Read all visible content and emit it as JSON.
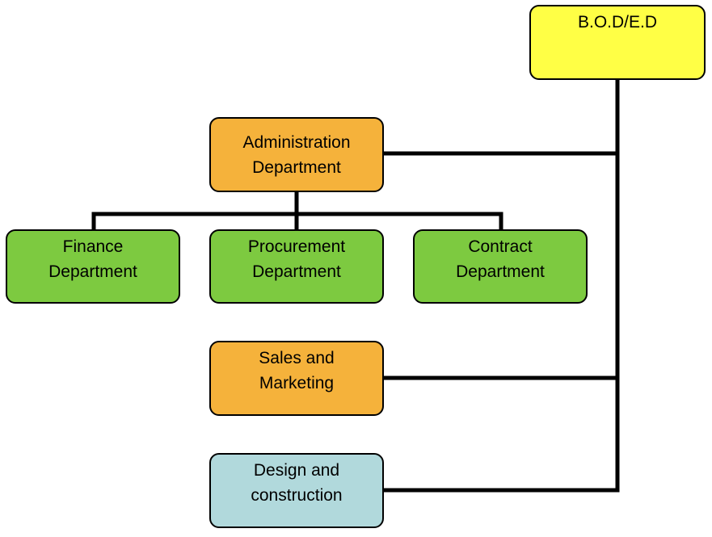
{
  "colors": {
    "executive": "#ffff45",
    "department": "#f5b23b",
    "sub_department": "#7dca40",
    "design": "#b1d9dc",
    "connector": "#000000"
  },
  "nodes": {
    "bod": {
      "line1": "B.O.D/E.D"
    },
    "admin": {
      "line1": "Administration",
      "line2": "Department"
    },
    "finance": {
      "line1": "Finance",
      "line2": "Department"
    },
    "procurement": {
      "line1": "Procurement",
      "line2": "Department"
    },
    "contract": {
      "line1": "Contract",
      "line2": "Department"
    },
    "sales": {
      "line1": "Sales and",
      "line2": "Marketing"
    },
    "design": {
      "line1": "Design and",
      "line2": "construction"
    }
  }
}
